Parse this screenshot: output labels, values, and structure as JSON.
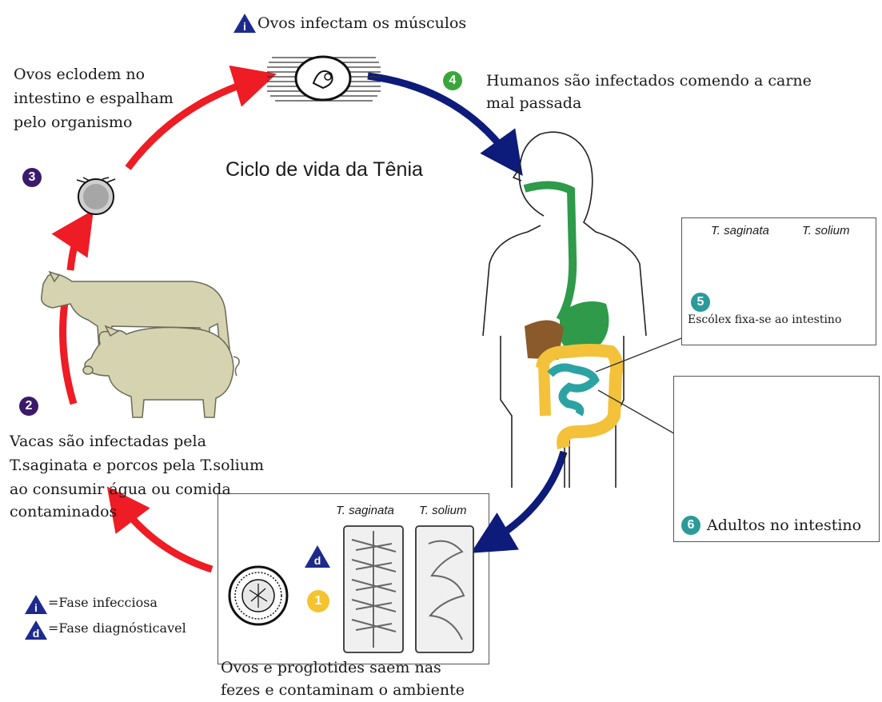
{
  "title": "Ciclo de vida da Tênia",
  "colors": {
    "red_arrow": "#ee1c24",
    "blue_arrow": "#0d1b7a",
    "stage1": "#f4c430",
    "stage2": "#3b1a6b",
    "stage3": "#3b1a6b",
    "stage4": "#3aa53a",
    "stage5": "#2b9a9a",
    "stage6": "#2b9a9a",
    "triangle": "#1d2a8c",
    "animal": "#d6d3b0",
    "gut_green": "#2e9a4a",
    "gut_yellow": "#f3c23a",
    "gut_teal": "#2ca3a3",
    "liver": "#8a5a2b"
  },
  "stages": {
    "i": {
      "badge": "i",
      "text": "Ovos infectam os músculos"
    },
    "s4": {
      "num": "4",
      "text_line1": "Humanos são infectados comendo a carne",
      "text_line2": "mal passada"
    },
    "s3": {
      "num": "3",
      "text_line1": "Ovos eclodem no",
      "text_line2": "intestino e espalham",
      "text_line3": "pelo organismo"
    },
    "s2": {
      "num": "2",
      "text_line1": "Vacas são infectadas pela",
      "text_line2": "T.saginata e porcos pela T.solium",
      "text_line3": "ao consumir água ou comida",
      "text_line4": "contaminados"
    },
    "s5": {
      "num": "5",
      "label_a": "T. saginata",
      "label_b": "T. solium",
      "text": "Escólex fixa-se ao intestino"
    },
    "s6": {
      "num": "6",
      "text": "Adultos no intestino"
    },
    "s1": {
      "num": "1",
      "badge_d": "d",
      "label_a": "T. saginata",
      "label_b": "T. solium",
      "text_line1": "Ovos e proglotides saem nas",
      "text_line2": "fezes e contaminam o ambiente"
    }
  },
  "legend": {
    "infectious_badge": "i",
    "infectious": "=Fase infecciosa",
    "diagnostic_badge": "d",
    "diagnostic": "=Fase diagnósticavel"
  }
}
